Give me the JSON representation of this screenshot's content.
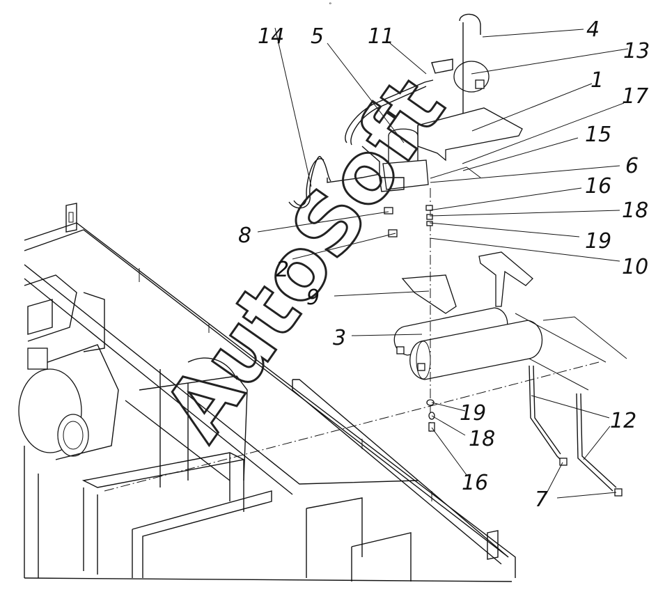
{
  "header_mark": "°",
  "watermark": "AutoSoft",
  "callouts": [
    {
      "id": "c1",
      "label": "1"
    },
    {
      "id": "c2",
      "label": "2"
    },
    {
      "id": "c3",
      "label": "3"
    },
    {
      "id": "c4",
      "label": "4"
    },
    {
      "id": "c5",
      "label": "5"
    },
    {
      "id": "c6",
      "label": "6"
    },
    {
      "id": "c7",
      "label": "7"
    },
    {
      "id": "c8",
      "label": "8"
    },
    {
      "id": "c9",
      "label": "9"
    },
    {
      "id": "c10",
      "label": "10"
    },
    {
      "id": "c11",
      "label": "11"
    },
    {
      "id": "c12",
      "label": "12"
    },
    {
      "id": "c13",
      "label": "13"
    },
    {
      "id": "c14",
      "label": "14"
    },
    {
      "id": "c15",
      "label": "15"
    },
    {
      "id": "c16a",
      "label": "16"
    },
    {
      "id": "c16b",
      "label": "16"
    },
    {
      "id": "c17",
      "label": "17"
    },
    {
      "id": "c18a",
      "label": "18"
    },
    {
      "id": "c18b",
      "label": "18"
    },
    {
      "id": "c19a",
      "label": "19"
    },
    {
      "id": "c19b",
      "label": "19"
    }
  ]
}
